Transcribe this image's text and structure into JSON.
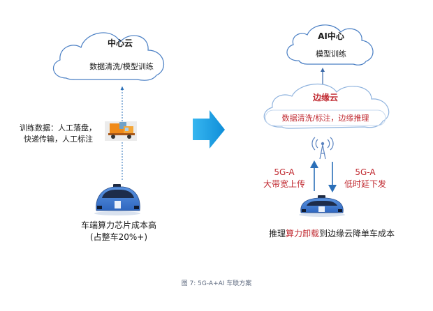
{
  "left": {
    "cloud_title": "中心云",
    "cloud_subtitle": "数据清洗/模型训练",
    "training_data_line1": "训练数据：人工落盘，",
    "training_data_line2": "快递传输，人工标注",
    "vehicle_line1": "车端算力芯片成本高",
    "vehicle_line2": "(占整车20%+)"
  },
  "right": {
    "ai_cloud_title": "AI中心",
    "ai_cloud_subtitle": "模型训练",
    "edge_cloud_title": "边缘云",
    "edge_cloud_subtitle": "数据清洗/标注，边缘推理",
    "upload_line1": "5G-A",
    "upload_line2": "大带宽上传",
    "download_line1": "5G-A",
    "download_line2": "低时延下发",
    "inference_part1": "推理",
    "inference_highlight": "算力卸载",
    "inference_part2": "到边缘云降单车成本"
  },
  "caption": "图 7: 5G-A+AI 车联方案",
  "colors": {
    "accent_red": "#c0282f",
    "arrow_blue": "#2a6fb8",
    "car_blue": "#3e7bd4",
    "transition_arrow": "#1aa3e8"
  }
}
